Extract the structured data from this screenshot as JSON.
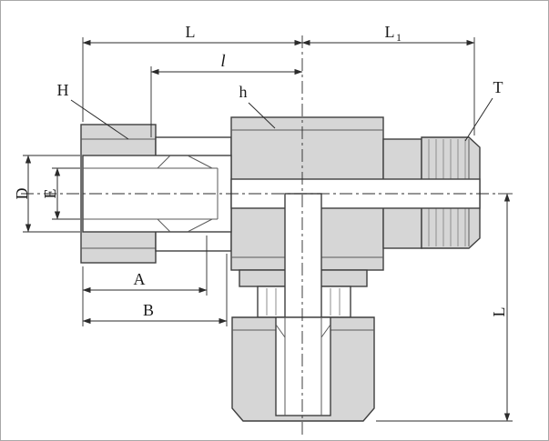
{
  "figure": {
    "type": "technical-drawing",
    "subject": "male branch tee tube fitting - dimensioned cross-section",
    "labels": {
      "L_top": "L",
      "L1_base": "L",
      "L1_sub": "1",
      "ell": "l",
      "H": "H",
      "h": "h",
      "T": "T",
      "D": "D",
      "E": "E",
      "A": "A",
      "B": "B",
      "L_right": "L"
    },
    "colors": {
      "line": "#3f3f3f",
      "metal_fill": "#d6d6d6",
      "background": "#ffffff",
      "border": "#a8a8a8"
    }
  }
}
